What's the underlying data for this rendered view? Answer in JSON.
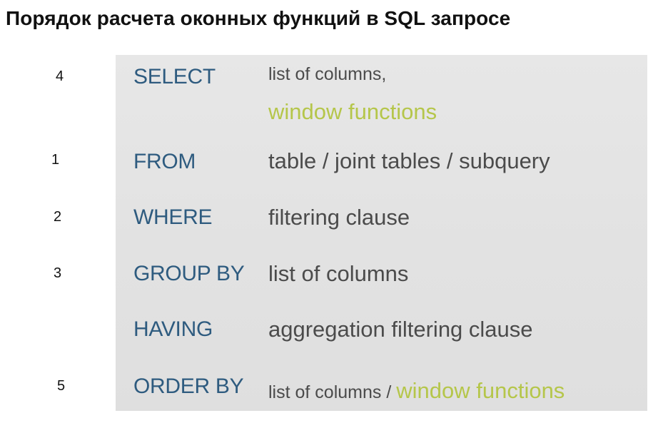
{
  "title": "Порядок расчета оконных функций в SQL запросе",
  "colors": {
    "keyword": "#2e5b7f",
    "description": "#4b4b4b",
    "highlight": "#b5c64a",
    "panel": "#e4e4e4"
  },
  "rows": [
    {
      "step": "4",
      "keyword": "SELECT",
      "description": "list of columns,",
      "highlight": "window functions"
    },
    {
      "step": "1",
      "keyword": "FROM",
      "description": "table / joint tables / subquery"
    },
    {
      "step": "2",
      "keyword": "WHERE",
      "description": "filtering clause"
    },
    {
      "step": "3",
      "keyword": "GROUP BY",
      "description": "list of columns"
    },
    {
      "step": "",
      "keyword": "HAVING",
      "description": "aggregation filtering clause"
    },
    {
      "step": "5",
      "keyword": "ORDER BY",
      "description": "list of columns / ",
      "highlight": "window functions"
    }
  ]
}
